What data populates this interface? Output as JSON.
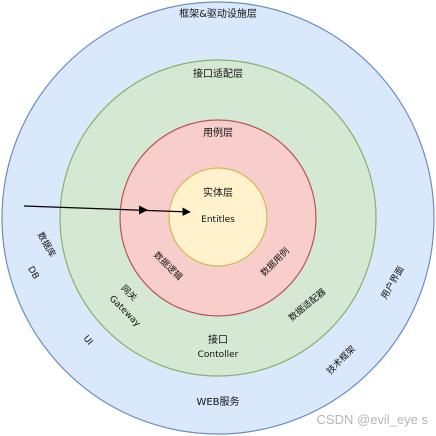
{
  "layers": {
    "outer": {
      "title": "框架&驱动设施层",
      "fill": "#dae8fc",
      "stroke": "#6c8ebf"
    },
    "adapter": {
      "title": "接口适配层",
      "fill": "#d5e8d4",
      "stroke": "#82b366"
    },
    "usecase": {
      "title": "用例层",
      "fill": "#f8cecc",
      "stroke": "#b85450"
    },
    "entity": {
      "title": "实体层",
      "subtitle": "Entitles",
      "fill": "#fff2cc",
      "stroke": "#d6b656"
    }
  },
  "labels": {
    "data_logic": "数据逻辑",
    "data_usecase": "数据用例",
    "gateway_cn": "网关",
    "gateway_en": "Gateway",
    "data_adapter": "数据适配器",
    "interface_cn": "接口",
    "interface_en": "Contoller",
    "db_cn": "数据库",
    "db_en": "DB",
    "ui": "UI",
    "user_interface": "用户界面",
    "tech_framework": "技术框架",
    "web_service": "WEB服务"
  },
  "watermark": "CSDN @evil_eye s"
}
